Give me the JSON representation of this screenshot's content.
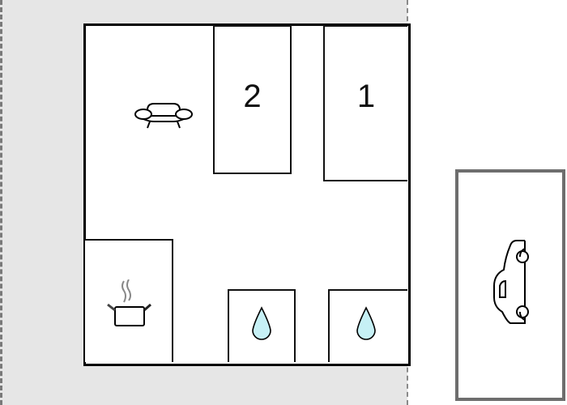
{
  "floorplan": {
    "background_color": "#e6e6e6",
    "wall_color": "#000000",
    "rooms": [
      {
        "id": "bedroom-2",
        "label": "2"
      },
      {
        "id": "bedroom-1",
        "label": "1"
      },
      {
        "id": "living-room",
        "icon": "sofa-icon"
      },
      {
        "id": "kitchen",
        "icon": "cooking-pot-icon"
      },
      {
        "id": "bathroom-a",
        "icon": "water-drop-icon"
      },
      {
        "id": "bathroom-b",
        "icon": "water-drop-icon"
      }
    ],
    "garage": {
      "icon": "car-icon",
      "border_color": "#6e6e6e"
    },
    "drop_fill": "#c6f0f5"
  }
}
